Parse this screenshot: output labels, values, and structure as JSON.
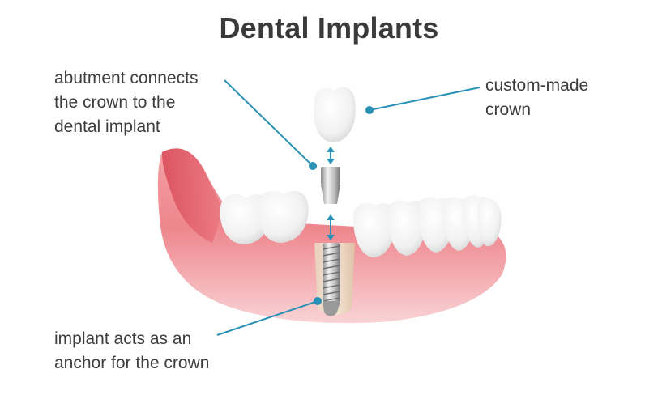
{
  "title": "Dental Implants",
  "labels": {
    "abutment": [
      "abutment connects",
      "the crown to the",
      "dental implant"
    ],
    "crown": [
      "custom-made",
      "crown"
    ],
    "implant": [
      "implant acts as an",
      "anchor for the crown"
    ]
  },
  "colors": {
    "gum": "#ef8f95",
    "gum_dark": "#d8515d",
    "tooth": "#f7f7f7",
    "callout": "#2a91b5",
    "text": "#3d3d3d"
  }
}
